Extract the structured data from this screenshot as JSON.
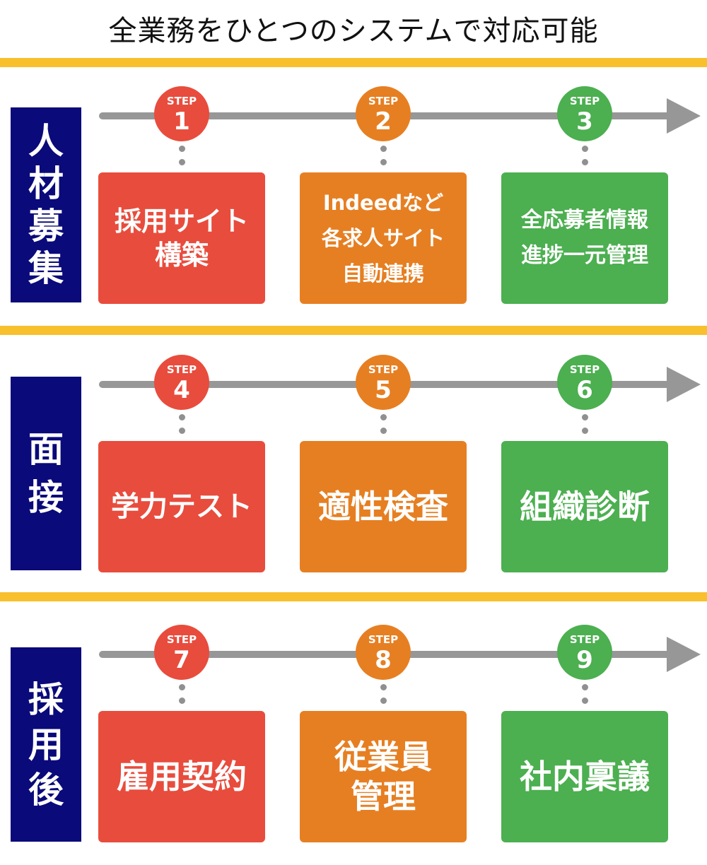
{
  "title": "全業務をひとつのシステムで対応可能",
  "step_word": "STEP",
  "colors": {
    "red": "#e84c3d",
    "orange": "#e67f22",
    "green": "#4caf50",
    "navy": "#0a0a7a",
    "gold": "#f8c02d",
    "arrow": "#979797"
  },
  "sections": [
    {
      "label": "人材募集",
      "steps": [
        {
          "number": "1",
          "color": "red",
          "lines": [
            "採用サイト",
            "構築"
          ]
        },
        {
          "number": "2",
          "color": "orange",
          "lines": [
            "Indeedなど",
            "各求人サイト",
            "自動連携"
          ]
        },
        {
          "number": "3",
          "color": "green",
          "lines": [
            "全応募者情報",
            "進捗一元管理"
          ]
        }
      ]
    },
    {
      "label": "面接",
      "steps": [
        {
          "number": "4",
          "color": "red",
          "lines": [
            "学力テスト"
          ]
        },
        {
          "number": "5",
          "color": "orange",
          "lines": [
            "適性検査"
          ]
        },
        {
          "number": "6",
          "color": "green",
          "lines": [
            "組織診断"
          ]
        }
      ]
    },
    {
      "label": "採用後",
      "steps": [
        {
          "number": "7",
          "color": "red",
          "lines": [
            "雇用契約"
          ]
        },
        {
          "number": "8",
          "color": "orange",
          "lines": [
            "従業員",
            "管理"
          ]
        },
        {
          "number": "9",
          "color": "green",
          "lines": [
            "社内稟議"
          ]
        }
      ]
    }
  ]
}
